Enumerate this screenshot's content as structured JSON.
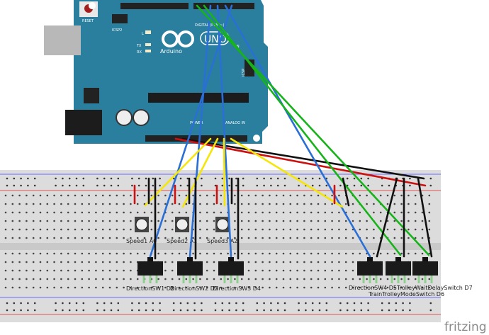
{
  "arduino": {
    "reset_label": "RESET",
    "icsp2_label": "ICSP2",
    "icsp_label": "ICSP",
    "brand": "Arduino",
    "model": "UNO",
    "led_l": "L",
    "led_tx": "TX",
    "led_rx": "RX",
    "digital_label": "DIGITAL (PWM~)",
    "power_label": "POWER",
    "analog_label": "ANALOG IN",
    "on_label": "ON",
    "color": "#2a7f9e"
  },
  "components": {
    "pots": [
      {
        "label": "Speed1 A0"
      },
      {
        "label": "Speed2 A1"
      },
      {
        "label": "Speed3 A2"
      }
    ],
    "switches": [
      {
        "label": "DirectionSW1 D2"
      },
      {
        "label": "DirectionSW2 D3"
      },
      {
        "label": "DirectionSW3 D4"
      },
      {
        "label": "DirectionSW4 D5"
      },
      {
        "label": "TrainTrolleyModeSwitch D6"
      },
      {
        "label": "TrolleyWaitDelaySwitch D7"
      }
    ]
  },
  "wire_colors": {
    "signal_digital": "#2a6fd6",
    "signal_switch_mode": "#17b31a",
    "analog": "#f5e60a",
    "power": "#cc1111",
    "ground": "#111111"
  },
  "logo": "fritzing"
}
